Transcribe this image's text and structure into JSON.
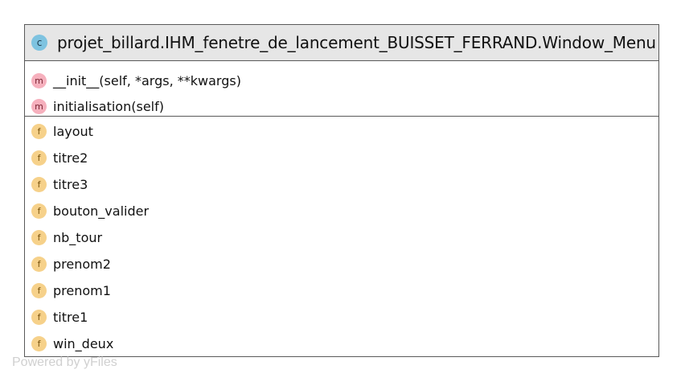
{
  "class": {
    "icon_letter": "c",
    "name": "projet_billard.IHM_fenetre_de_lancement_BUISSET_FERRAND.Window_Menu"
  },
  "methods": [
    {
      "icon_letter": "m",
      "label": "__init__(self, *args, **kwargs)"
    },
    {
      "icon_letter": "m",
      "label": "initialisation(self)"
    }
  ],
  "fields": [
    {
      "icon_letter": "f",
      "label": "layout"
    },
    {
      "icon_letter": "f",
      "label": "titre2"
    },
    {
      "icon_letter": "f",
      "label": "titre3"
    },
    {
      "icon_letter": "f",
      "label": "bouton_valider"
    },
    {
      "icon_letter": "f",
      "label": "nb_tour"
    },
    {
      "icon_letter": "f",
      "label": "prenom2"
    },
    {
      "icon_letter": "f",
      "label": "prenom1"
    },
    {
      "icon_letter": "f",
      "label": "titre1"
    },
    {
      "icon_letter": "f",
      "label": "win_deux"
    }
  ],
  "watermark": "Powered by yFiles",
  "colors": {
    "header_bg": "#e6e6e6",
    "border": "#5a5a5a",
    "class_icon": "#7ec3e0",
    "method_icon": "#f6b0bd",
    "field_icon": "#f6d18a",
    "watermark": "#d0d0d0"
  }
}
